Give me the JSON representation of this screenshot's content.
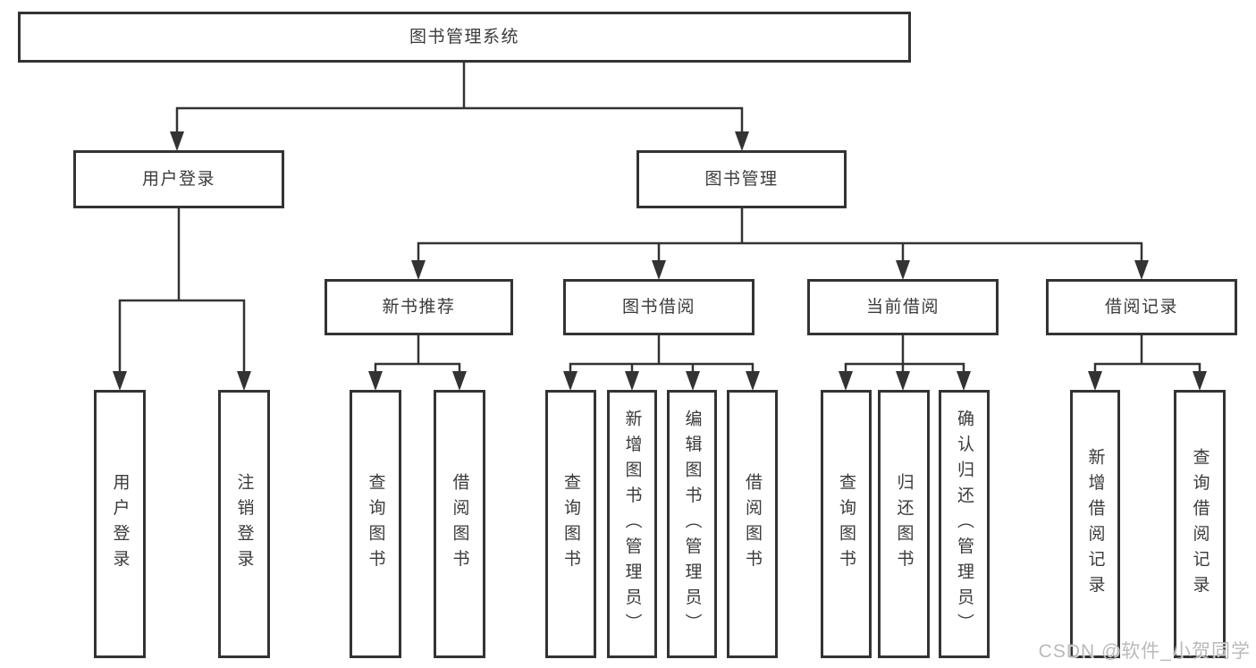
{
  "colors": {
    "line": "#333333",
    "text": "#3b3b3b",
    "background": "#ffffff",
    "watermark": "#b2b2b2"
  },
  "watermark": "CSDN @软件_小贺同学",
  "tree": {
    "root": {
      "label": "图书管理系统"
    },
    "children": [
      {
        "label": "用户登录",
        "children": [
          {
            "label": "用户登录"
          },
          {
            "label": "注销登录"
          }
        ]
      },
      {
        "label": "图书管理",
        "children": [
          {
            "label": "新书推荐",
            "children": [
              {
                "label": "查询图书"
              },
              {
                "label": "借阅图书"
              }
            ]
          },
          {
            "label": "图书借阅",
            "children": [
              {
                "label": "查询图书"
              },
              {
                "label": "新增图书（管理员）"
              },
              {
                "label": "编辑图书（管理员）"
              },
              {
                "label": "借阅图书"
              }
            ]
          },
          {
            "label": "当前借阅",
            "children": [
              {
                "label": "查询图书"
              },
              {
                "label": "归还图书"
              },
              {
                "label": "确认归还（管理员）"
              }
            ]
          },
          {
            "label": "借阅记录",
            "children": [
              {
                "label": "新增借阅记录"
              },
              {
                "label": "查询借阅记录"
              }
            ]
          }
        ]
      }
    ]
  }
}
